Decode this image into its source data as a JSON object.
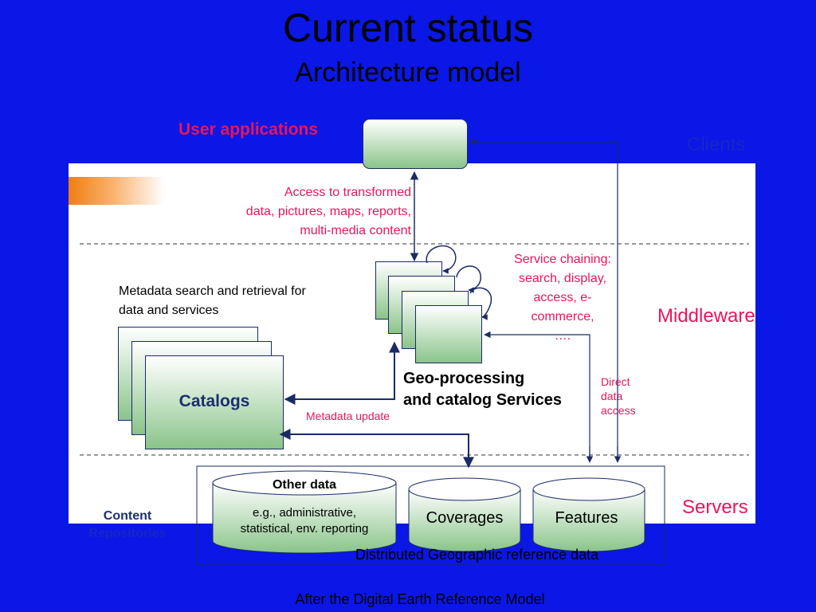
{
  "title": "Current status",
  "subtitle": "Architecture model",
  "tiers": {
    "clients": "Clients",
    "middleware": "Middleware",
    "servers": "Servers"
  },
  "user_applications": "User applications",
  "access_label": {
    "line1": "Access to transformed",
    "line2": "data, pictures, maps, reports,",
    "line3": "multi-media content"
  },
  "service_chaining": {
    "line1": "Service chaining:",
    "line2": "search, display,",
    "line3": "access, e-",
    "line4": "commerce,",
    "line5": "…."
  },
  "metadata_search": {
    "line1": "Metadata search and retrieval for",
    "line2": "data and services"
  },
  "catalogs": "Catalogs",
  "geo_processing": {
    "line1": "Geo-processing",
    "line2": "and catalog Services"
  },
  "metadata_update": "Metadata update",
  "direct_access": {
    "line1": "Direct",
    "line2": "data",
    "line3": "access"
  },
  "other_data": {
    "title": "Other data",
    "line1": "e.g., administrative,",
    "line2": "statistical, env. reporting"
  },
  "coverages": "Coverages",
  "features": "Features",
  "content_repositories": {
    "line1": "Content",
    "line2": "Repositories"
  },
  "distributed_label": "Distributed Geographic reference data",
  "footer": "After the Digital Earth Reference Model",
  "colors": {
    "background": "#0a17e6",
    "accent_pink": "#e8155a",
    "box_green": "#8ac48a",
    "arrow": "#1a2b66"
  }
}
